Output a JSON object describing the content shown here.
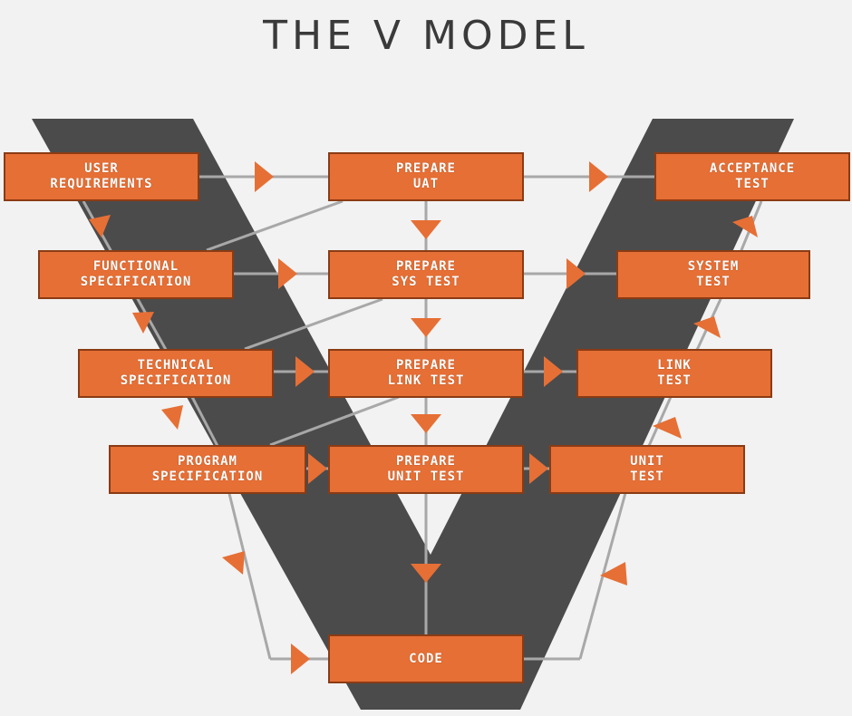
{
  "title": "THE V MODEL",
  "colors": {
    "background": "#f2f2f2",
    "v_shape": "#4b4b4b",
    "box_fill": "#e66f35",
    "box_border": "#8a3b14",
    "arrow": "#e66f35",
    "line": "#a8a8a8"
  },
  "left_column": {
    "user_requirements": "USER\nREQUIREMENTS",
    "functional_specification": "FUNCTIONAL\nSPECIFICATION",
    "technical_specification": "TECHNICAL\nSPECIFICATION",
    "program_specification": "PROGRAM\nSPECIFICATION"
  },
  "middle_column": {
    "prepare_uat": "PREPARE\nUAT",
    "prepare_sys_test": "PREPARE\nSYS TEST",
    "prepare_link_test": "PREPARE\nLINK TEST",
    "prepare_unit_test": "PREPARE\nUNIT TEST",
    "code": "CODE"
  },
  "right_column": {
    "acceptance_test": "ACCEPTANCE\nTEST",
    "system_test": "SYSTEM\nTEST",
    "link_test": "LINK\nTEST",
    "unit_test": "UNIT\nTEST"
  }
}
